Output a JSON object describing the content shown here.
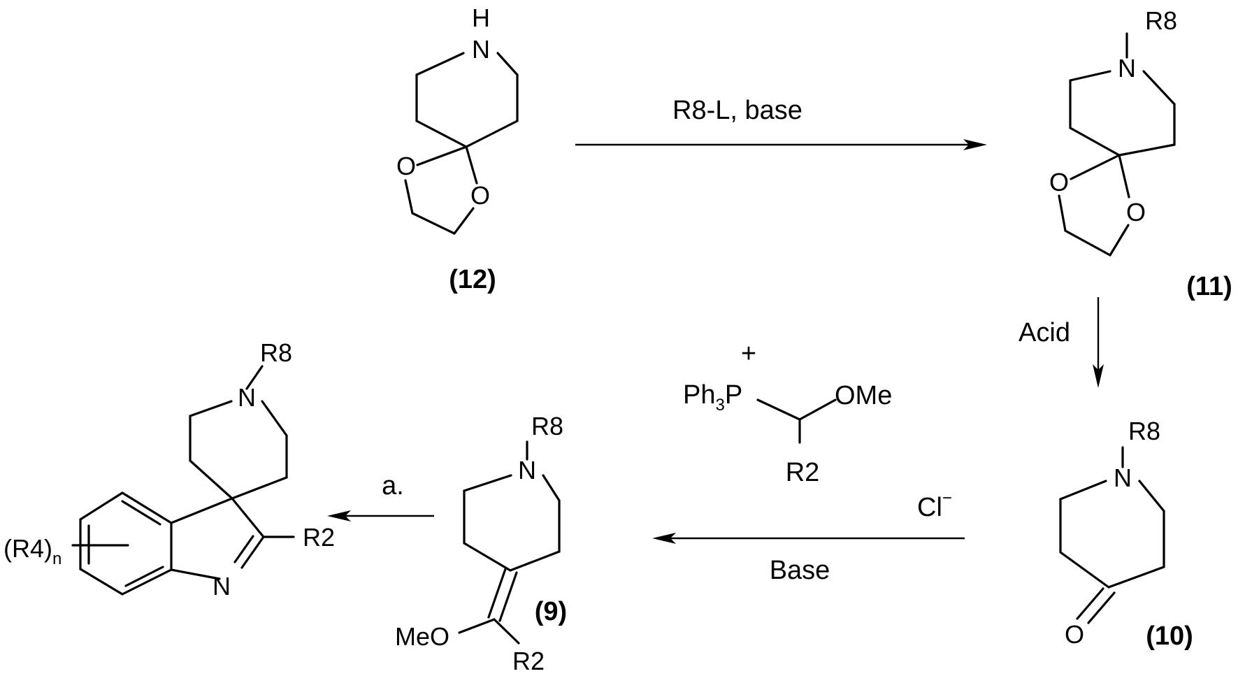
{
  "compounds": {
    "c12": {
      "label": "(12)",
      "atoms": {
        "h": "H",
        "n": "N",
        "o1": "O",
        "o2": "O"
      }
    },
    "c11": {
      "label": "(11)",
      "atoms": {
        "r8": "R8",
        "n": "N",
        "o1": "O",
        "o2": "O"
      }
    },
    "c10": {
      "label": "(10)",
      "atoms": {
        "r8": "R8",
        "n": "N",
        "o": "O"
      }
    },
    "c9": {
      "label": "(9)",
      "atoms": {
        "r8": "R8",
        "n": "N",
        "meo": "MeO",
        "r2": "R2"
      }
    },
    "product": {
      "atoms": {
        "r8": "R8",
        "n_pip": "N",
        "r2": "R2",
        "n_ind": "N",
        "r4": "(R4)",
        "r4_sub": "n"
      }
    }
  },
  "reagents": {
    "step1": "R8-L, base",
    "step2": "Acid",
    "wittig": {
      "plus": "+",
      "ph": "Ph",
      "ph_sub": "3",
      "p": "P",
      "ome": "OMe",
      "r2": "R2",
      "cl": "Cl",
      "cl_charge": "−",
      "base": "Base"
    },
    "step4": "a."
  }
}
